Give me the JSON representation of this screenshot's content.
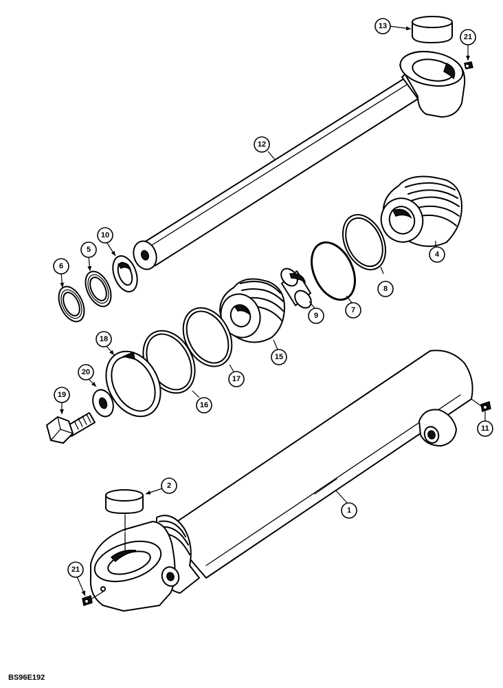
{
  "callouts": {
    "c1": "1",
    "c2": "2",
    "c4": "4",
    "c5": "5",
    "c6": "6",
    "c7": "7",
    "c8": "8",
    "c9": "9",
    "c10": "10",
    "c11": "11",
    "c12": "12",
    "c13": "13",
    "c15": "15",
    "c16": "16",
    "c17": "17",
    "c18": "18",
    "c19": "19",
    "c20": "20",
    "c21a": "21",
    "c21b": "21"
  },
  "figure_code": "BS96E192"
}
